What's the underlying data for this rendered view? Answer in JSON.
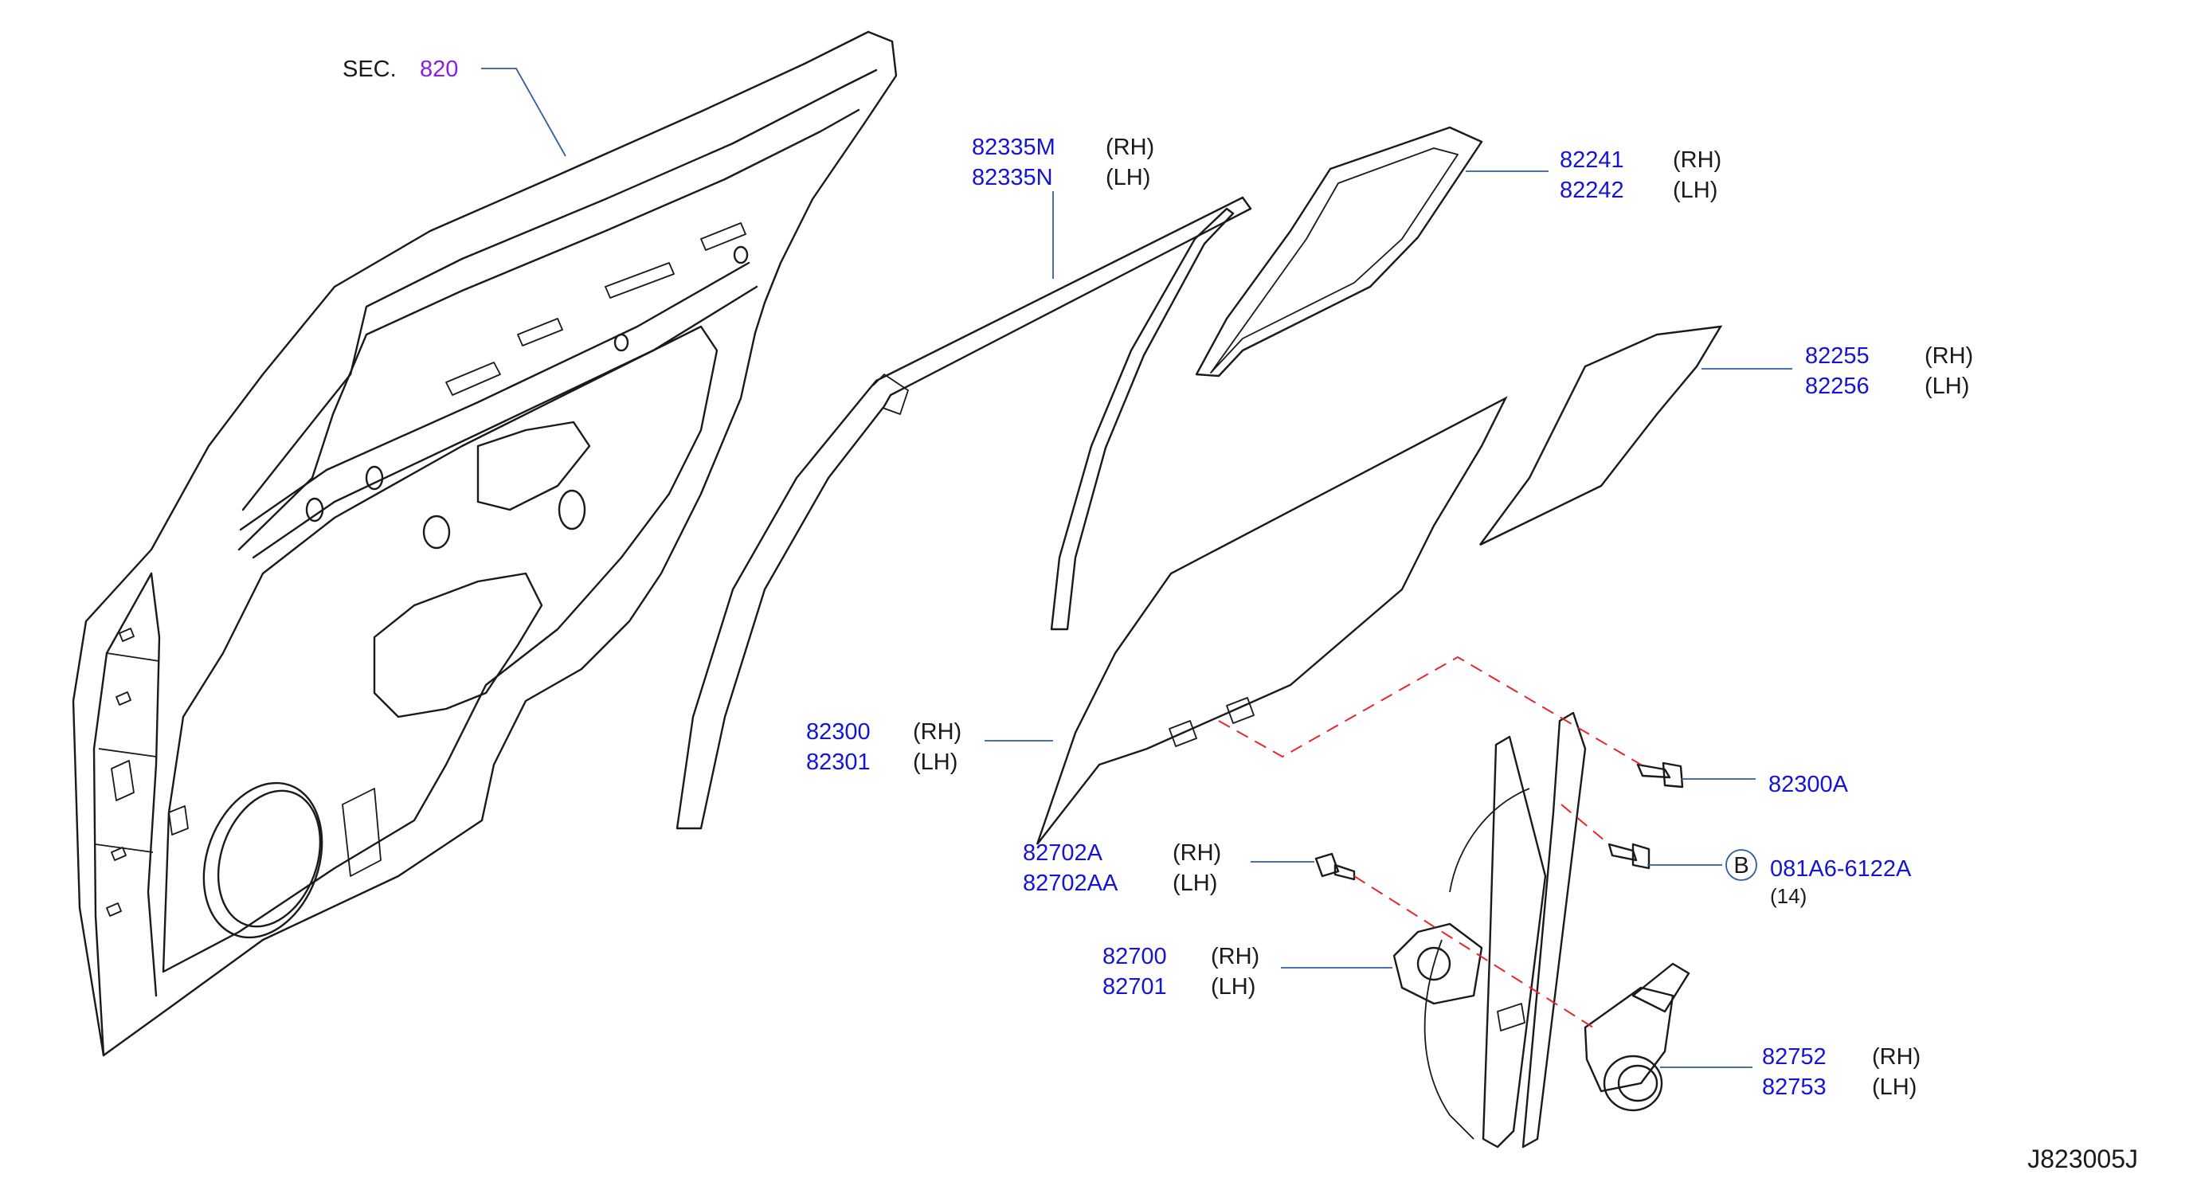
{
  "drawing_id": "J823005J",
  "section_ref": {
    "label": "SEC.",
    "number": "820"
  },
  "callouts": [
    {
      "id": "sweep-outer",
      "numbers": [
        "82335M",
        "82335N"
      ],
      "sides": [
        "(RH)",
        "(LH)"
      ]
    },
    {
      "id": "partition-sash",
      "numbers": [
        "82241",
        "82242"
      ],
      "sides": [
        "(RH)",
        "(LH)"
      ]
    },
    {
      "id": "partition-glass",
      "numbers": [
        "82255",
        "82256"
      ],
      "sides": [
        "(RH)",
        "(LH)"
      ]
    },
    {
      "id": "door-glass",
      "numbers": [
        "82300",
        "82301"
      ],
      "sides": [
        "(RH)",
        "(LH)"
      ]
    },
    {
      "id": "glass-bolt",
      "numbers": [
        "82300A"
      ],
      "sides": []
    },
    {
      "id": "regulator-bolt",
      "numbers": [
        "82702A",
        "82702AA"
      ],
      "sides": [
        "(RH)",
        "(LH)"
      ]
    },
    {
      "id": "fastener-b",
      "badge": "B",
      "numbers": [
        "081A6-6122A"
      ],
      "sides": [],
      "qty": "(14)"
    },
    {
      "id": "regulator",
      "numbers": [
        "82700",
        "82701"
      ],
      "sides": [
        "(RH)",
        "(LH)"
      ]
    },
    {
      "id": "motor",
      "numbers": [
        "82752",
        "82753"
      ],
      "sides": [
        "(RH)",
        "(LH)"
      ]
    }
  ],
  "colors": {
    "part_number": "#1414d4",
    "section_number": "#8b1fe0",
    "leader": "#2f5d9e",
    "dashed_link": "#e8262a",
    "ink": "#1a1a1a"
  }
}
